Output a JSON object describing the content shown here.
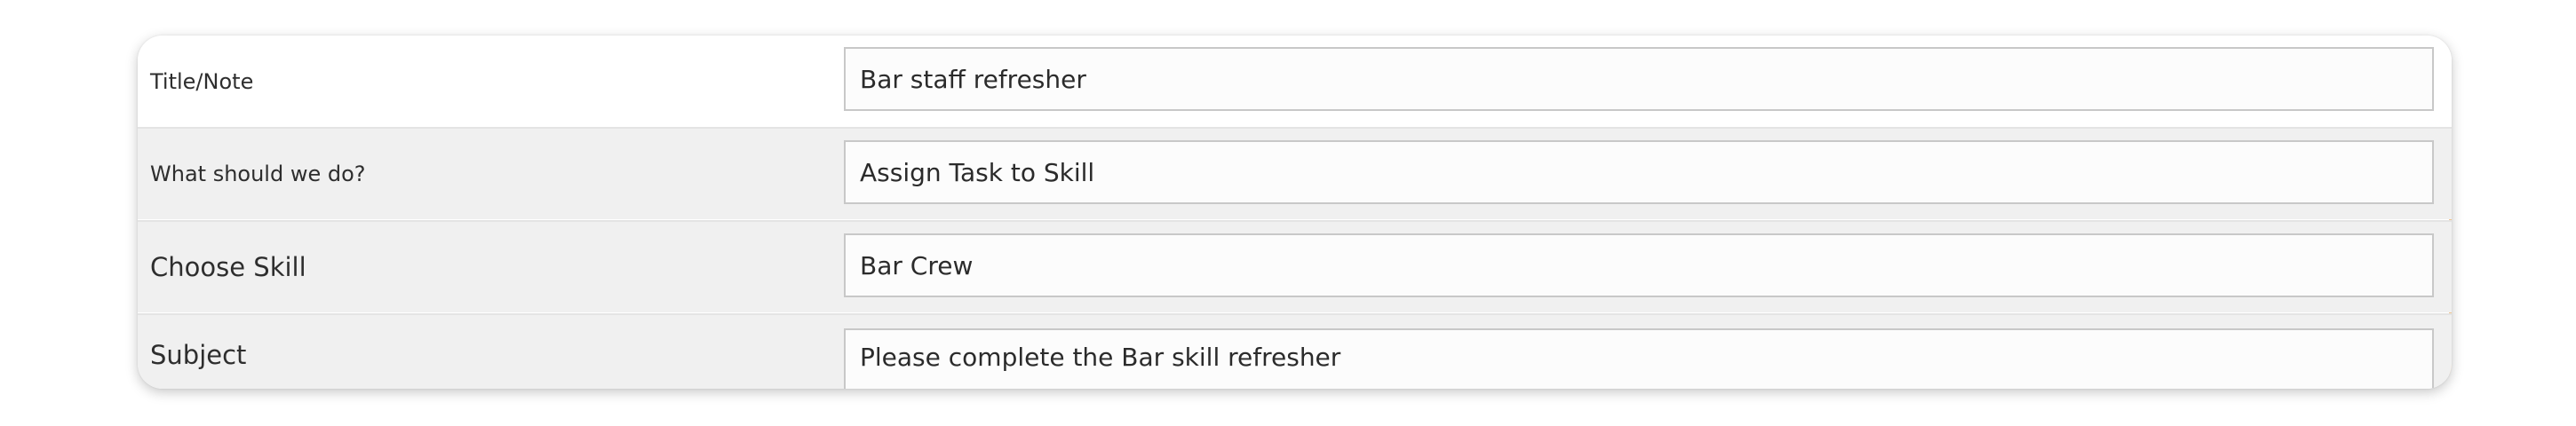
{
  "form": {
    "rows": [
      {
        "label": "Title/Note",
        "value": "Bar staff refresher"
      },
      {
        "label": "What should we do?",
        "value": "Assign Task to Skill"
      },
      {
        "label": "Choose Skill",
        "value": "Bar Crew"
      },
      {
        "label": "Subject",
        "value": "Please complete the Bar skill refresher"
      }
    ]
  },
  "colors": {
    "row_alt_background": "#f0f0f0",
    "field_border": "#c8c8c8",
    "accent_edge": "#f1c48e"
  }
}
